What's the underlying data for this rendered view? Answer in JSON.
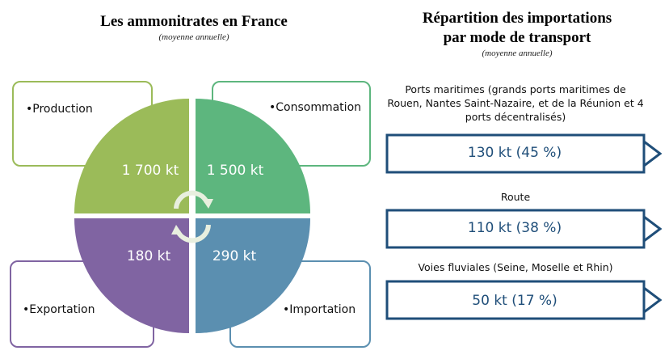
{
  "left": {
    "title": "Les ammonitrates  en France",
    "subtitle": "(moyenne  annuelle)",
    "quadrants": [
      {
        "label": "•Production",
        "value": "1 700 kt",
        "color": "#9bbb59"
      },
      {
        "label": "•Consommation",
        "value": "1 500 kt",
        "color": "#5db67e"
      },
      {
        "label": "•Exportation",
        "value": "180 kt",
        "color": "#8064a2"
      },
      {
        "label": "•Importation",
        "value": "290 kt",
        "color": "#5b8fb0"
      }
    ]
  },
  "right": {
    "title_line1": "Répartition  des importations",
    "title_line2": "par mode de transport",
    "subtitle": "(moyenne  annuelle)",
    "modes": [
      {
        "caption": "Ports maritimes (grands ports maritimes de Rouen, Nantes Saint-Nazaire, et de la Réunion et 4 ports décentralisés)",
        "value": "130 kt (45 %)",
        "share": 45
      },
      {
        "caption": "Route",
        "value": "110 kt (38 %)",
        "share": 38
      },
      {
        "caption": "Voies fluviales (Seine, Moselle et Rhin)",
        "value": "50 kt (17 %)",
        "share": 17
      }
    ],
    "arrow_color": "#1f4e79"
  }
}
